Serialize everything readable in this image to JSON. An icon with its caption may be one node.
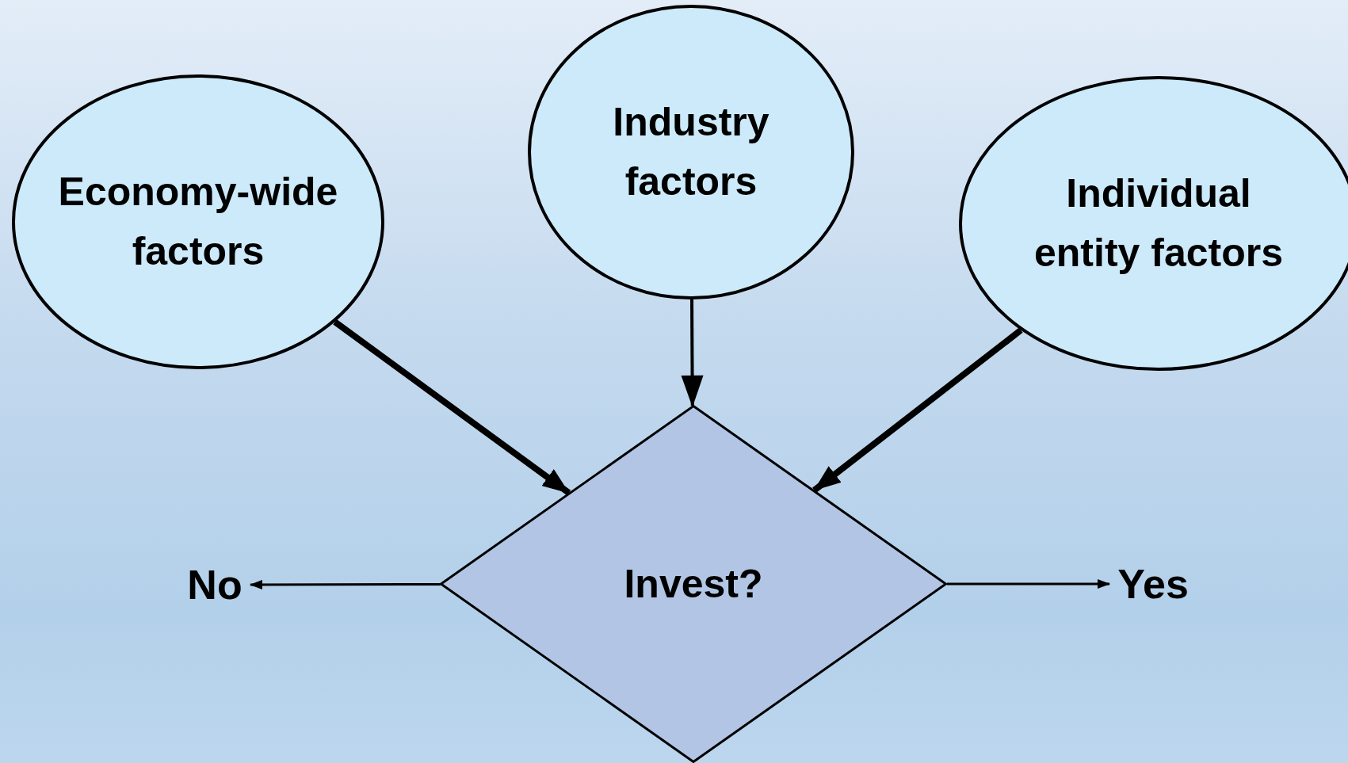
{
  "diagram": {
    "nodes": [
      {
        "text": [
          "Economy-wide factors"
        ]
      },
      {
        "text": [
          "Industry factors"
        ]
      },
      {
        "text": [
          "Individual entity factors"
        ]
      },
      {
        "text": [
          "Invest?"
        ]
      },
      {
        "text": [
          "No"
        ]
      },
      {
        "text": [
          "Yes"
        ]
      }
    ],
    "edges": [
      {
        "from": 0,
        "to": 3,
        "arrow": "to",
        "style": "thick"
      },
      {
        "from": 1,
        "to": 3,
        "arrow": "to"
      },
      {
        "from": 2,
        "to": 3,
        "arrow": "to",
        "style": "thick"
      },
      {
        "from": 3,
        "to": 4,
        "arrow": "to"
      },
      {
        "from": 3,
        "to": 5,
        "arrow": "to"
      }
    ]
  }
}
